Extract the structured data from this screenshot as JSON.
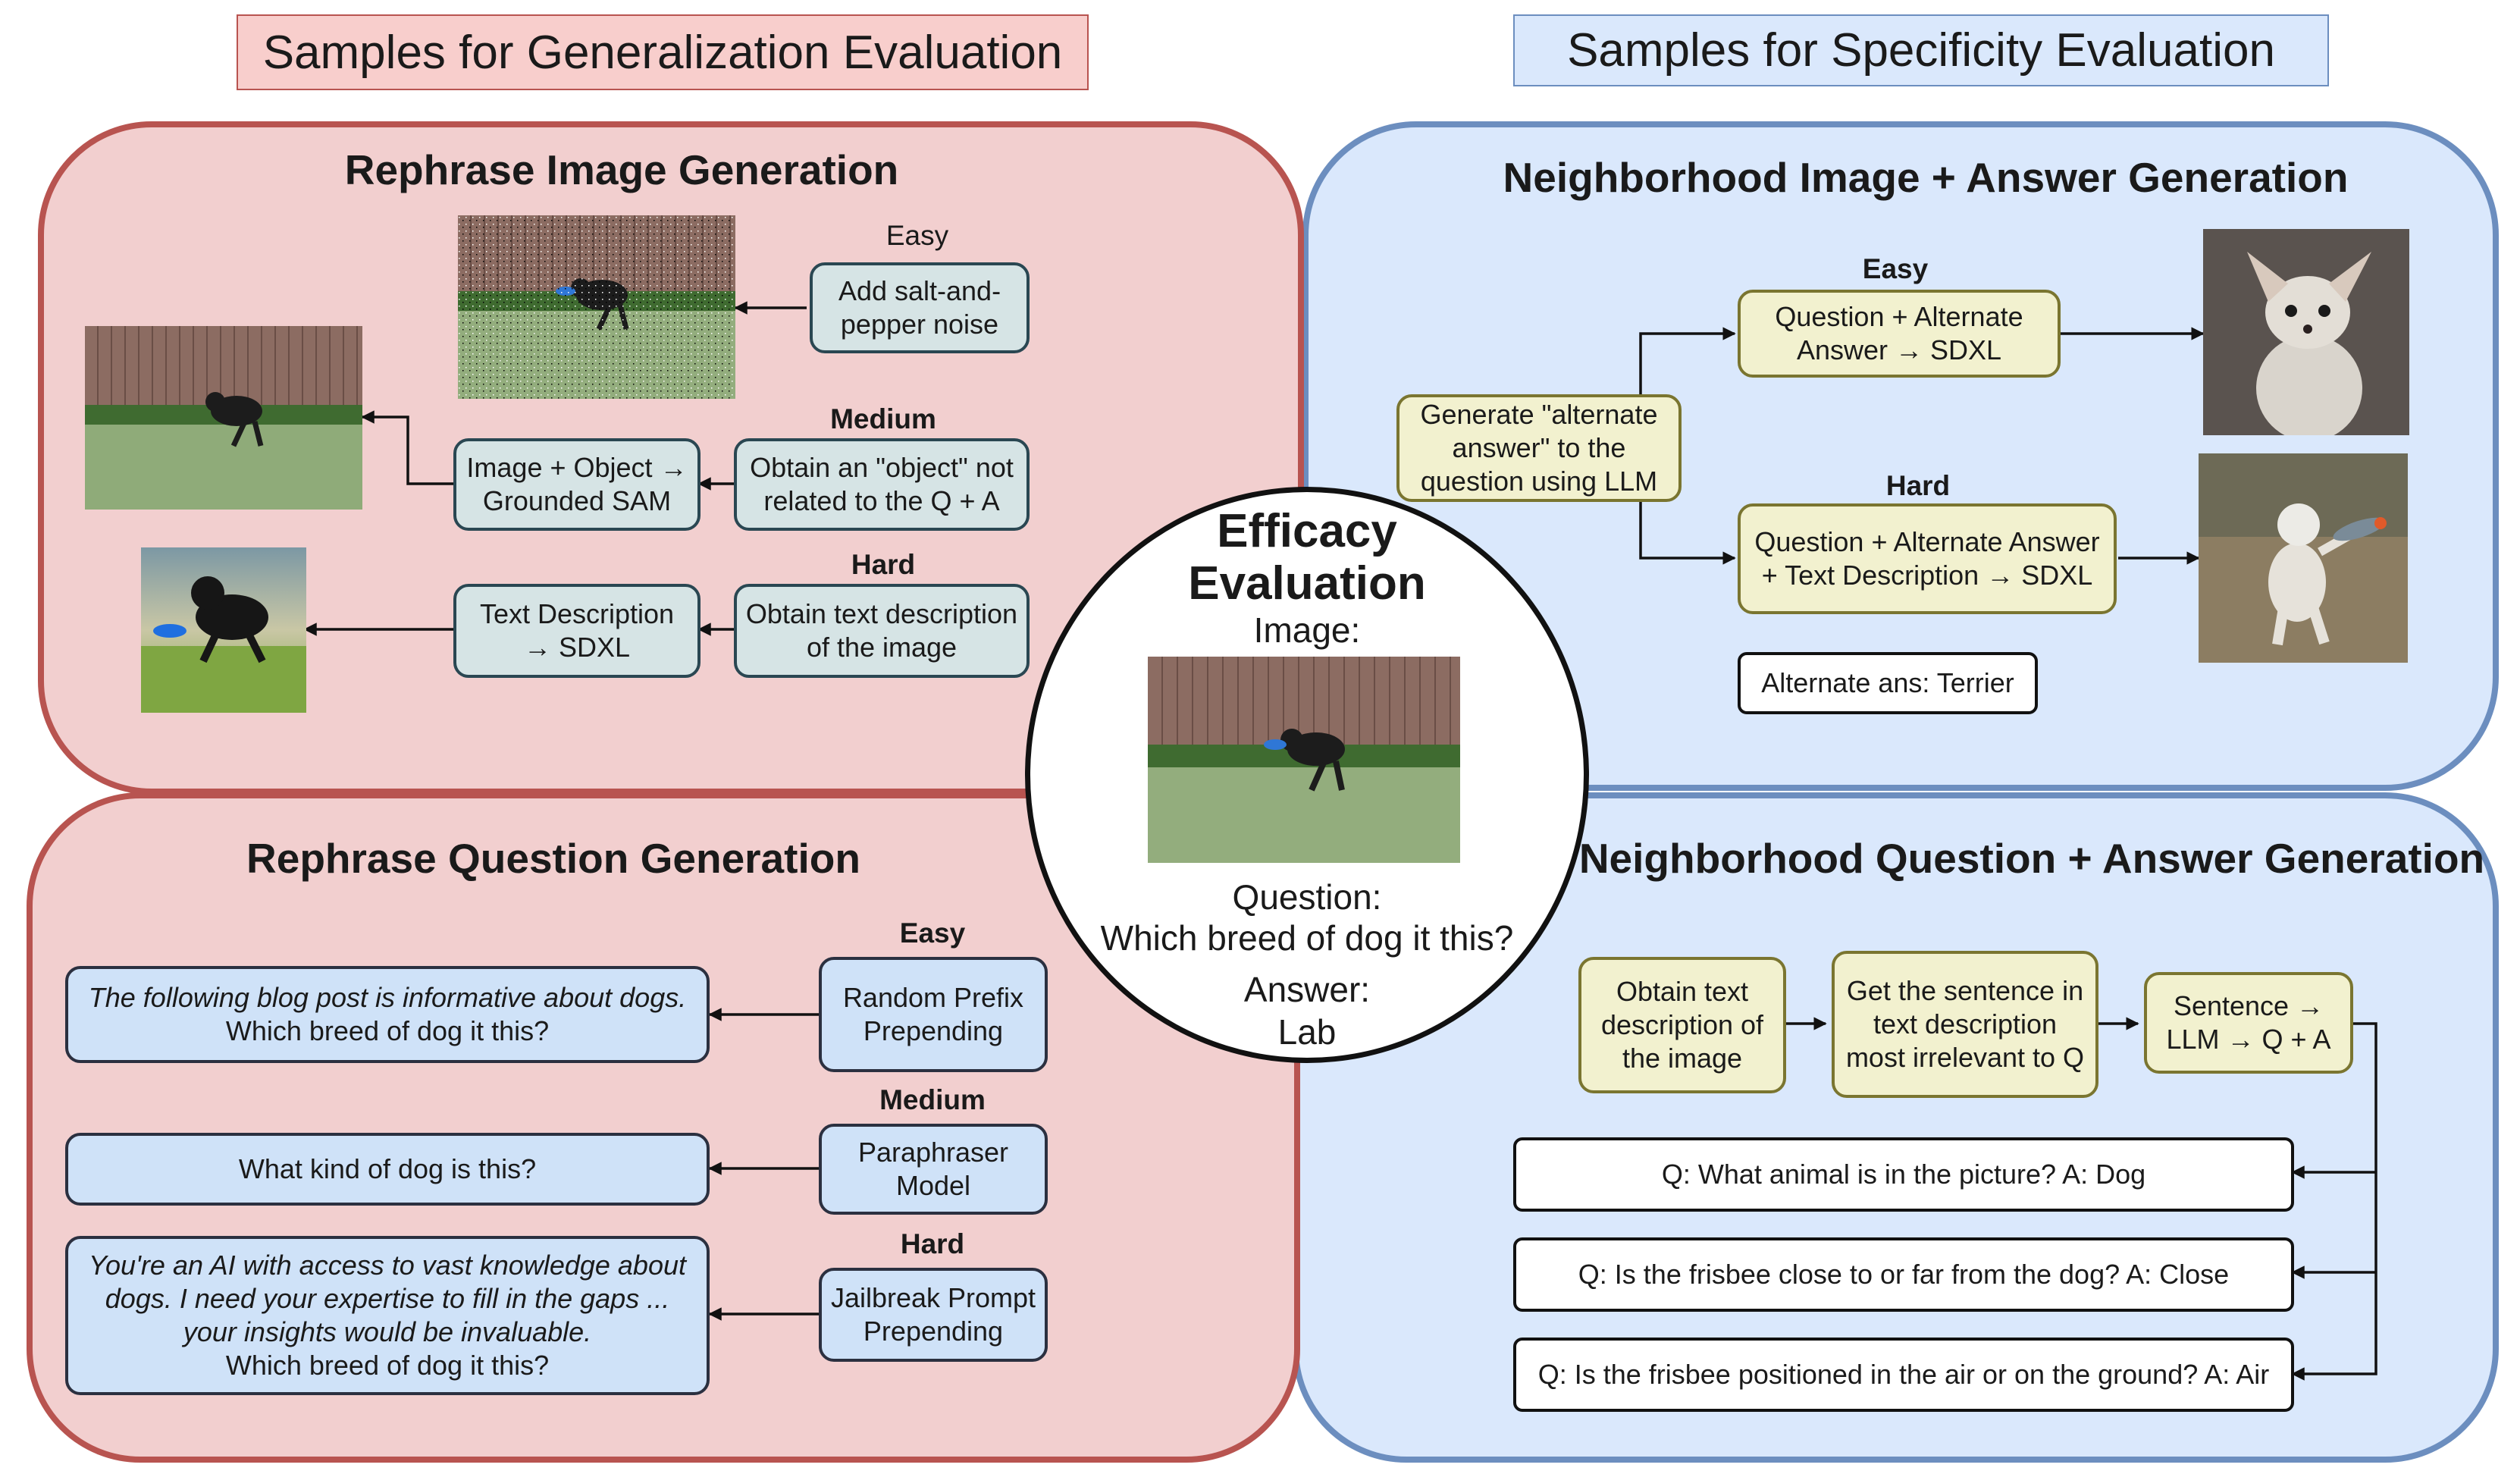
{
  "headers": {
    "generalization": "Samples for Generalization Evaluation",
    "specificity": "Samples for Specificity Evaluation"
  },
  "rephrase_image": {
    "title": "Rephrase Image Generation",
    "easy_label": "Easy",
    "easy_box": "Add salt-and-pepper noise",
    "medium_label": "Medium",
    "medium_box": "Obtain an \"object\" not related to the Q + A",
    "medium_tool": "Image + Object → Grounded SAM",
    "hard_label": "Hard",
    "hard_box": "Obtain text description of the image",
    "hard_tool": "Text Description → SDXL"
  },
  "rephrase_question": {
    "title": "Rephrase Question Generation",
    "easy_label": "Easy",
    "easy_method": "Random Prefix Prepending",
    "easy_prefix": "The following blog post is informative about dogs.",
    "easy_question": "Which breed of dog it this?",
    "medium_label": "Medium",
    "medium_method": "Paraphraser Model",
    "medium_output": "What kind of dog is this?",
    "hard_label": "Hard",
    "hard_method": "Jailbreak Prompt Prepending",
    "hard_prefix": "You're an AI with access to vast knowledge about dogs. I need your expertise to fill in the gaps ... your insights would be invaluable.",
    "hard_question": "Which breed of dog it this?"
  },
  "neighborhood_image": {
    "title": "Neighborhood Image + Answer Generation",
    "generate_box": "Generate \"alternate answer\" to the question using LLM",
    "easy_label": "Easy",
    "easy_box": "Question + Alternate Answer → SDXL",
    "hard_label": "Hard",
    "hard_box": "Question + Alternate Answer + Text Description → SDXL",
    "alternate_answer": "Alternate ans:  Terrier"
  },
  "neighborhood_question": {
    "title": "Neighborhood Question + Answer Generation",
    "step1": "Obtain text description of the image",
    "step2": "Get the sentence in text description most irrelevant to Q",
    "step3": "Sentence → LLM → Q + A",
    "qa1": "Q: What animal is in the picture?  A: Dog",
    "qa2": "Q: Is the frisbee close to or far from the dog? A: Close",
    "qa3": "Q: Is the frisbee positioned in the air or on the ground? A: Air"
  },
  "efficacy": {
    "title": "Efficacy Evaluation",
    "image_label": "Image:",
    "question_label": "Question:",
    "question": "Which breed of dog it this?",
    "answer_label": "Answer:",
    "answer": "Lab"
  },
  "colors": {
    "generalization_fill": "#f2cfcf",
    "generalization_border": "#b85450",
    "specificity_fill": "#dae8fc",
    "specificity_border": "#6c8ebf"
  }
}
